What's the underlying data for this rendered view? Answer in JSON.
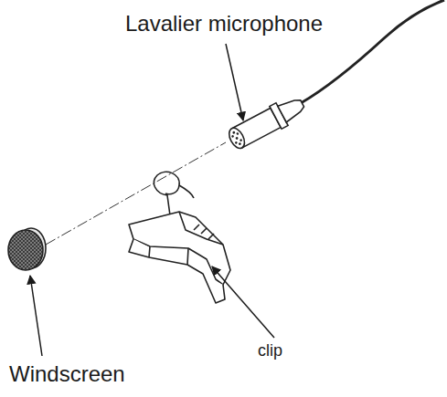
{
  "diagram": {
    "labels": [
      "Lavalier microphone",
      "clip",
      "Windscreen"
    ]
  }
}
